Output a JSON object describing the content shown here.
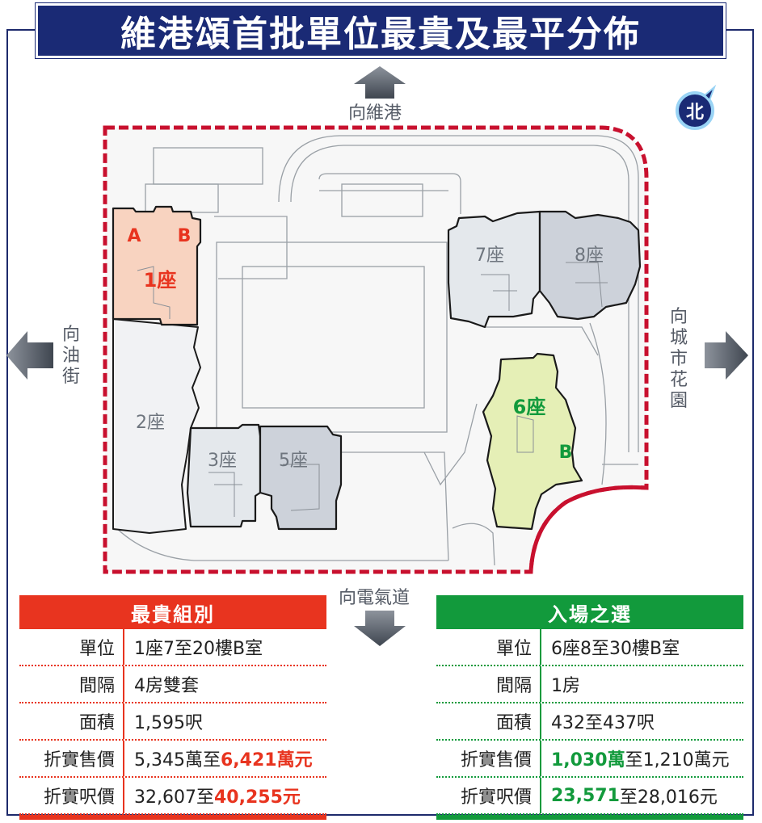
{
  "title": "維港頌首批單位最貴及最平分佈",
  "directions": {
    "north": "向維港",
    "west": "向油街",
    "east": "向城市花園",
    "south": "向電氣道"
  },
  "compass": {
    "label": "北",
    "icon": "north-compass-icon"
  },
  "blocks": {
    "b1": "1座",
    "b1_unit_a": "A",
    "b1_unit_b": "B",
    "b2": "2座",
    "b3": "3座",
    "b5": "5座",
    "b6": "6座",
    "b6_unit_b": "B",
    "b7": "7座",
    "b8": "8座"
  },
  "colors": {
    "title_bg": "#1a2a75",
    "red": "#e8341f",
    "green": "#129a3c",
    "block1_fill": "#f8d3c0",
    "block6_fill": "#e5efb6",
    "grey_block": "#e4e8ec",
    "dark_block": "#cdd2da"
  },
  "expensive": {
    "title": "最貴組別",
    "rows": [
      {
        "label": "單位",
        "value": "1座7至20樓B室"
      },
      {
        "label": "間隔",
        "value": "4房雙套"
      },
      {
        "label": "面積",
        "value": "1,595呎"
      },
      {
        "label": "折實售價",
        "pre": "5,345萬至",
        "hl": "6,421萬元",
        "post": ""
      },
      {
        "label": "折實呎價",
        "pre": "32,607至",
        "hl": "40,255元",
        "post": ""
      }
    ]
  },
  "cheap": {
    "title": "入場之選",
    "rows": [
      {
        "label": "單位",
        "value": "6座8至30樓B室"
      },
      {
        "label": "間隔",
        "value": "1房"
      },
      {
        "label": "面積",
        "value": "432至437呎"
      },
      {
        "label": "折實售價",
        "pre": "",
        "hl": "1,030萬",
        "post": "至1,210萬元"
      },
      {
        "label": "折實呎價",
        "pre": "",
        "hl": "23,571",
        "post": "至28,016元"
      }
    ]
  }
}
